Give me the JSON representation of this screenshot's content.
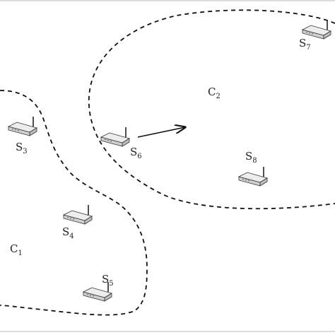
{
  "clusters": [
    {
      "letter": "C",
      "index": "1"
    },
    {
      "letter": "C",
      "index": "2"
    }
  ],
  "sensors": [
    {
      "letter": "S",
      "index": "3"
    },
    {
      "letter": "S",
      "index": "4"
    },
    {
      "letter": "S",
      "index": "5"
    },
    {
      "letter": "S",
      "index": "6"
    },
    {
      "letter": "S",
      "index": "7"
    },
    {
      "letter": "S",
      "index": "8"
    }
  ],
  "icon": "router-icon",
  "colors": {
    "stroke": "#111111",
    "device_body": "#e6e6e6",
    "device_top": "#f5f5f5"
  }
}
